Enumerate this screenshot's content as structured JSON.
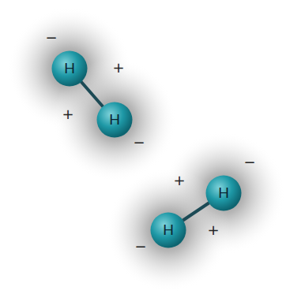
{
  "diagram": {
    "nodes": [
      {
        "text": [
          "H"
        ]
      },
      {
        "text": [
          "H"
        ]
      },
      {
        "text": [
          "H"
        ]
      },
      {
        "text": [
          "H"
        ]
      }
    ],
    "edges": [
      {
        "from": 0,
        "to": 1,
        "arrow": "none"
      },
      {
        "from": 3,
        "to": 2,
        "arrow": "none"
      }
    ],
    "labels": [
      "−",
      "+",
      "+",
      "−",
      "−",
      "+",
      "+",
      "−"
    ]
  }
}
